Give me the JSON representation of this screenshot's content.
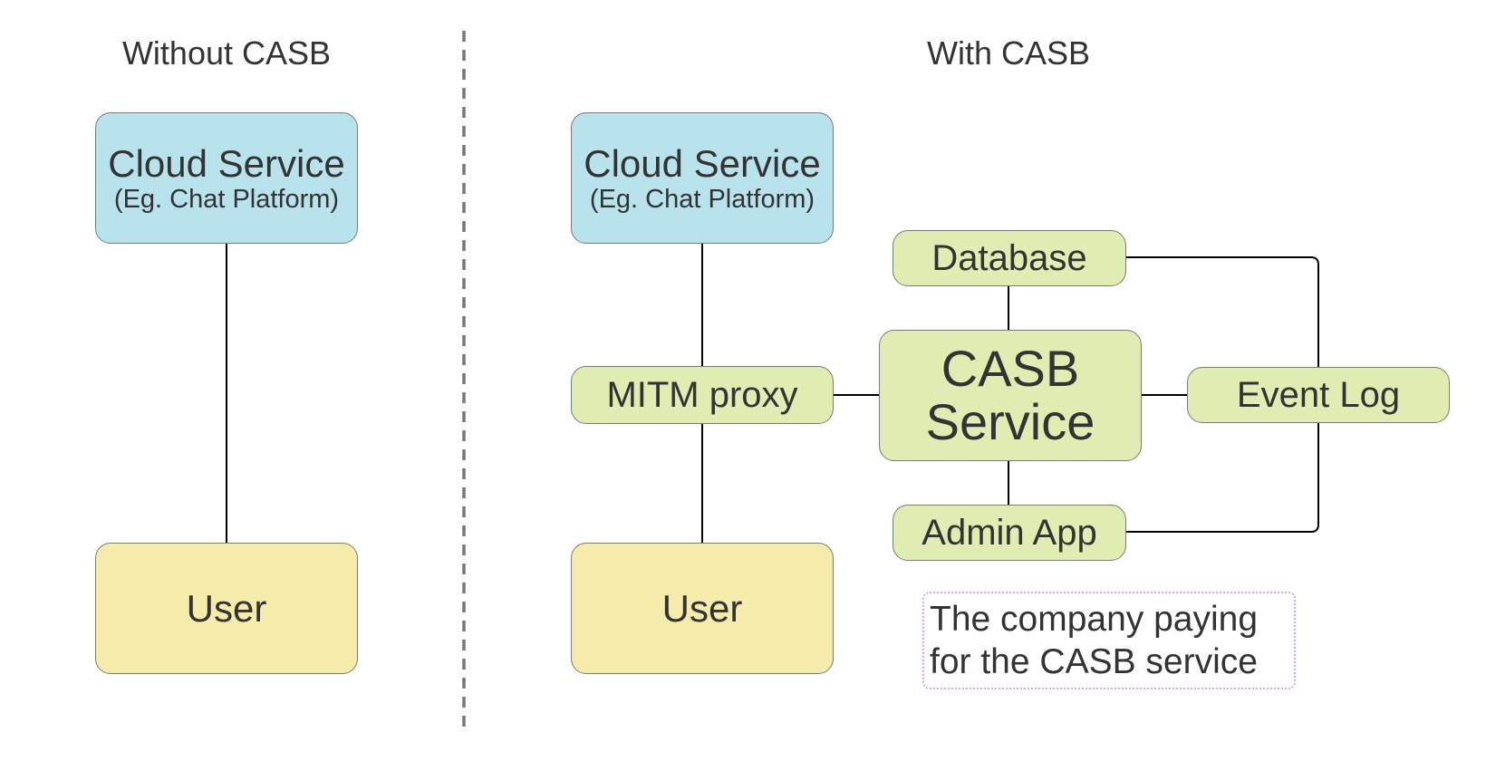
{
  "panels": {
    "left_title": "Without CASB",
    "right_title": "With CASB"
  },
  "left": {
    "cloud_service": {
      "title": "Cloud Service",
      "subtitle": "(Eg. Chat Platform)"
    },
    "user": "User"
  },
  "right": {
    "cloud_service": {
      "title": "Cloud Service",
      "subtitle": "(Eg. Chat Platform)"
    },
    "mitm_proxy": "MITM proxy",
    "user": "User",
    "database": "Database",
    "casb_service": {
      "line1": "CASB",
      "line2": "Service"
    },
    "event_log": "Event Log",
    "admin_app": "Admin App",
    "note": {
      "line1": "The company paying",
      "line2": "for the CASB service"
    }
  },
  "colors": {
    "cloud_fill": "#b8e3ec",
    "user_fill": "#f5ebaa",
    "casb_fill": "#dfedb2",
    "border": "#7a7a7a",
    "note_border": "#d8a6e6",
    "divider": "#777777"
  }
}
